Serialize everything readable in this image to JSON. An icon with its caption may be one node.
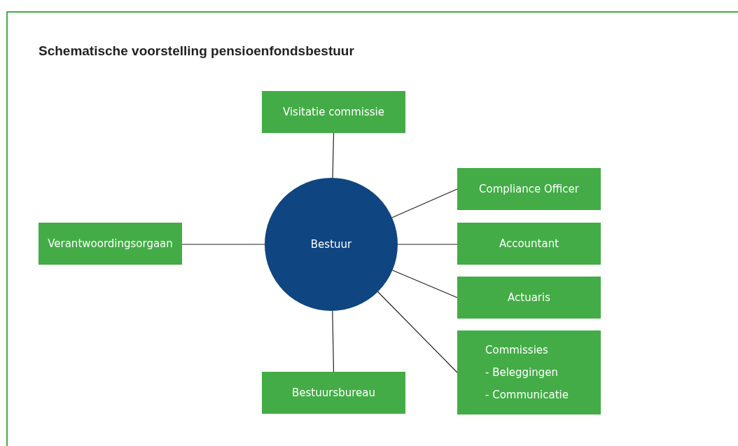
{
  "diagram": {
    "title": "Schematische voorstelling pensioenfondsbestuur",
    "nodes": [
      {
        "text": [
          "Visitatie commissie"
        ]
      },
      {
        "text": [
          "Compliance Officer"
        ]
      },
      {
        "text": [
          "Verantwoordingsorgaan"
        ]
      },
      {
        "text": [
          "Bestuur"
        ]
      },
      {
        "text": [
          "Accountant"
        ]
      },
      {
        "text": [
          "Actuaris"
        ]
      },
      {
        "text": [
          "Commissies",
          "- Beleggingen",
          "- Communicatie"
        ]
      },
      {
        "text": [
          "Bestuursbureau"
        ]
      }
    ],
    "edges": [
      {
        "from": 3,
        "to": 0,
        "arrow": "none"
      },
      {
        "from": 3,
        "to": 1,
        "arrow": "none"
      },
      {
        "from": 2,
        "to": 3,
        "arrow": "none"
      },
      {
        "from": 3,
        "to": 4,
        "arrow": "none"
      },
      {
        "from": 3,
        "to": 5,
        "arrow": "none"
      },
      {
        "from": 3,
        "to": 6,
        "arrow": "none"
      },
      {
        "from": 3,
        "to": 7,
        "arrow": "none"
      }
    ]
  }
}
